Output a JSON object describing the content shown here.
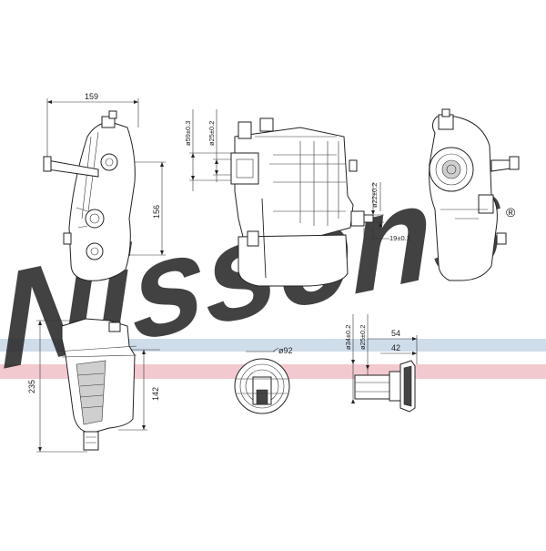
{
  "brand": {
    "watermark": "Nissens",
    "registered_mark": "®",
    "watermark_color": "#c5d9ea",
    "stripe_blue": "#cfdcea",
    "stripe_red": "#f2c9cf"
  },
  "dimensions": {
    "top_width": "159",
    "top_height": "156",
    "dia_59": "ø59±0.3",
    "dia_25_top": "ø25±0.2",
    "dia_22": "ø22±0.2",
    "len_19": "19±0.2",
    "total_height": "235",
    "inner_height": "142",
    "cap_dia": "ø92",
    "dia_34": "ø34±0.2",
    "dia_25_side": "ø25±0.2",
    "len_54": "54",
    "len_42": "42"
  }
}
